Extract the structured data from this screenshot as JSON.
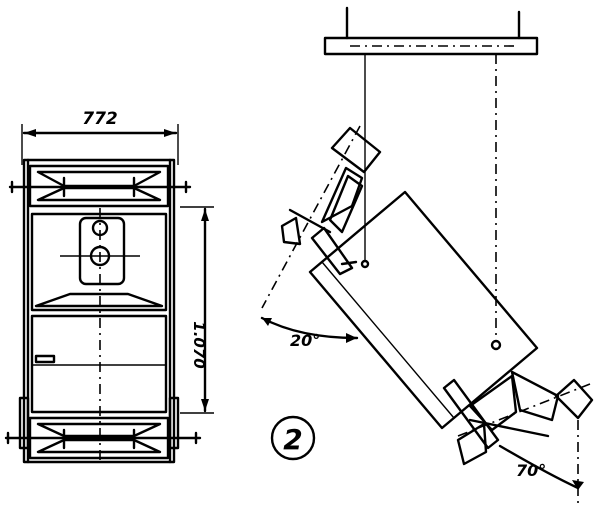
{
  "front_view": {
    "width_dimension": "772",
    "height_dimension": "1.070"
  },
  "side_view": {
    "angle_upper": "20°",
    "angle_lower": "70°"
  },
  "figure_number": "2",
  "colors": {
    "ink": "#000000",
    "paper": "#ffffff"
  }
}
